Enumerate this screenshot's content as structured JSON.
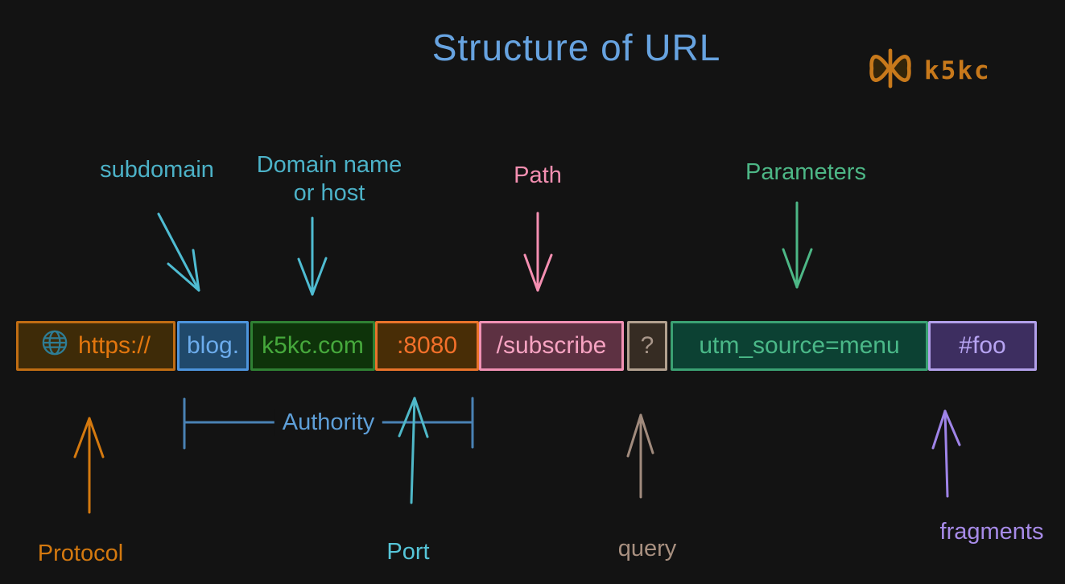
{
  "title": "Structure of URL",
  "brand": {
    "text": "k5kc",
    "icon": "bowtie-infinity-icon",
    "color": "#c8791b"
  },
  "url_bar": {
    "segments": [
      {
        "part": "protocol",
        "text": "https://",
        "icon": "globe-icon",
        "bg": "#3e2b08",
        "border": "#c06d13",
        "text_color": "#e2760e"
      },
      {
        "part": "subdomain",
        "text": "blog.",
        "bg": "#20496b",
        "border": "#4d94dc",
        "text_color": "#6cacec"
      },
      {
        "part": "domain",
        "text": "k5kc.com",
        "bg": "#0e330a",
        "border": "#2f8033",
        "text_color": "#46a93c"
      },
      {
        "part": "port",
        "text": ":8080",
        "bg": "#482d06",
        "border": "#e9732b",
        "text_color": "#f3702a"
      },
      {
        "part": "path",
        "text": "/subscribe",
        "bg": "#5d3142",
        "border": "#f191b4",
        "text_color": "#f7a3c2"
      },
      {
        "part": "query",
        "text": "?",
        "bg": "#362c23",
        "border": "#b2a08f",
        "text_color": "#a8968a"
      },
      {
        "part": "parameters",
        "text": "utm_source=menu",
        "bg": "#0c4133",
        "border": "#3ba173",
        "text_color": "#4ab888"
      },
      {
        "part": "fragment",
        "text": "#foo",
        "bg": "#3d2e60",
        "border": "#b2a0ea",
        "text_color": "#b7a4f2"
      }
    ]
  },
  "labels": {
    "subdomain": {
      "text": "subdomain",
      "color": "#4cb2c8"
    },
    "domain_line1": "Domain name",
    "domain_line2": "or host",
    "domain_color": "#4cb2c8",
    "path": {
      "text": "Path",
      "color": "#f48fb1"
    },
    "parameters": {
      "text": "Parameters",
      "color": "#4db786"
    },
    "protocol": {
      "text": "Protocol",
      "color": "#d4790f"
    },
    "authority": {
      "text": "Authority",
      "color": "#5e9fd8"
    },
    "port": {
      "text": "Port",
      "color": "#56c5d8"
    },
    "query": {
      "text": "query",
      "color": "#a89080"
    },
    "fragments": {
      "text": "fragments",
      "color": "#a78be8"
    }
  },
  "arrow_colors": {
    "subdomain": "#4fbcd2",
    "domain": "#4fbcd2",
    "path": "#f48fb1",
    "parameters": "#4db786",
    "protocol": "#d4790f",
    "port": "#4fb8c8",
    "query": "#a18b7d",
    "fragments": "#9f84e8",
    "authority_bracket": "#4a82b4"
  },
  "background_color": "#131313",
  "title_color": "#67a3e0"
}
